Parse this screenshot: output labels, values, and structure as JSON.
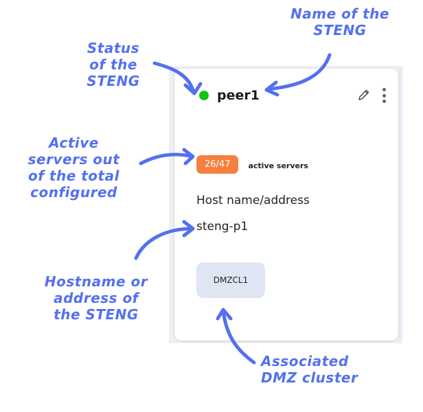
{
  "card": {
    "name": "peer1",
    "status": "online",
    "status_color": "#11c411",
    "edit_icon": "pencil-icon",
    "menu_icon": "more-vertical-icon",
    "active_servers": 26,
    "total_servers": 47,
    "servers_badge": "26/47",
    "servers_label": "active servers",
    "badge_color": "#f5803e",
    "host_label": "Host name/address",
    "host_value": "steng-p1",
    "cluster": "DMZCL1"
  },
  "annotations": {
    "name": [
      "Name of the",
      "STENG"
    ],
    "status": [
      "Status",
      "of the",
      "STENG"
    ],
    "servers": [
      "Active",
      "servers out",
      "of the total",
      "configured"
    ],
    "hostname": [
      "Hostname or",
      "address of",
      "the STENG"
    ],
    "cluster": [
      "Associated",
      "DMZ cluster"
    ],
    "color": "#5470f0"
  }
}
